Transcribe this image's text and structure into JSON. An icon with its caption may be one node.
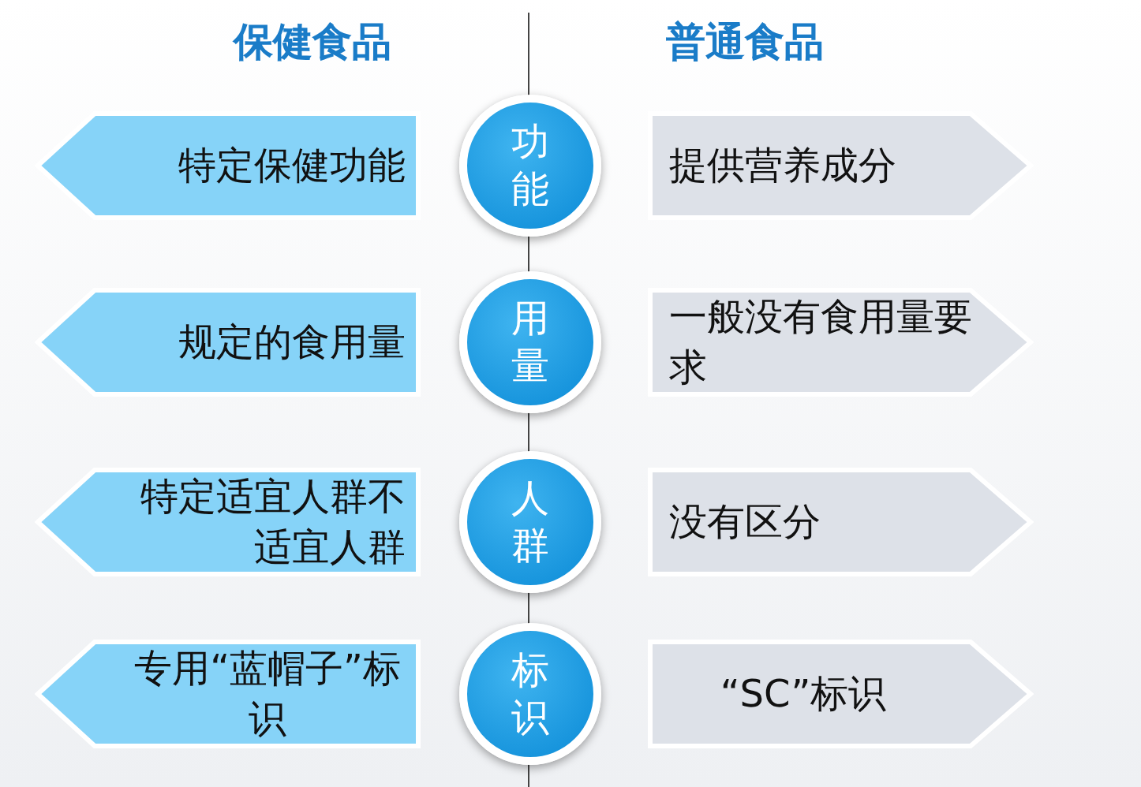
{
  "diagram": {
    "nodes": [
      {
        "text": [
          "特定保健功能"
        ]
      },
      {
        "text": [
          "功能"
        ]
      },
      {
        "text": [
          "提供营养成分"
        ]
      },
      {
        "text": [
          "规定的食用量"
        ]
      },
      {
        "text": [
          "用量"
        ]
      },
      {
        "text": [
          "一般没有食用量要求"
        ]
      },
      {
        "text": [
          "特定适宜人群不适宜人群"
        ]
      },
      {
        "text": [
          "人群"
        ]
      },
      {
        "text": [
          "没有区分"
        ]
      },
      {
        "text": [
          "专用“蓝帽子”标识"
        ]
      },
      {
        "text": [
          "标识"
        ]
      },
      {
        "text": [
          "“SC”标识"
        ]
      }
    ],
    "labels": [
      "保健食品",
      "普通食品"
    ]
  }
}
